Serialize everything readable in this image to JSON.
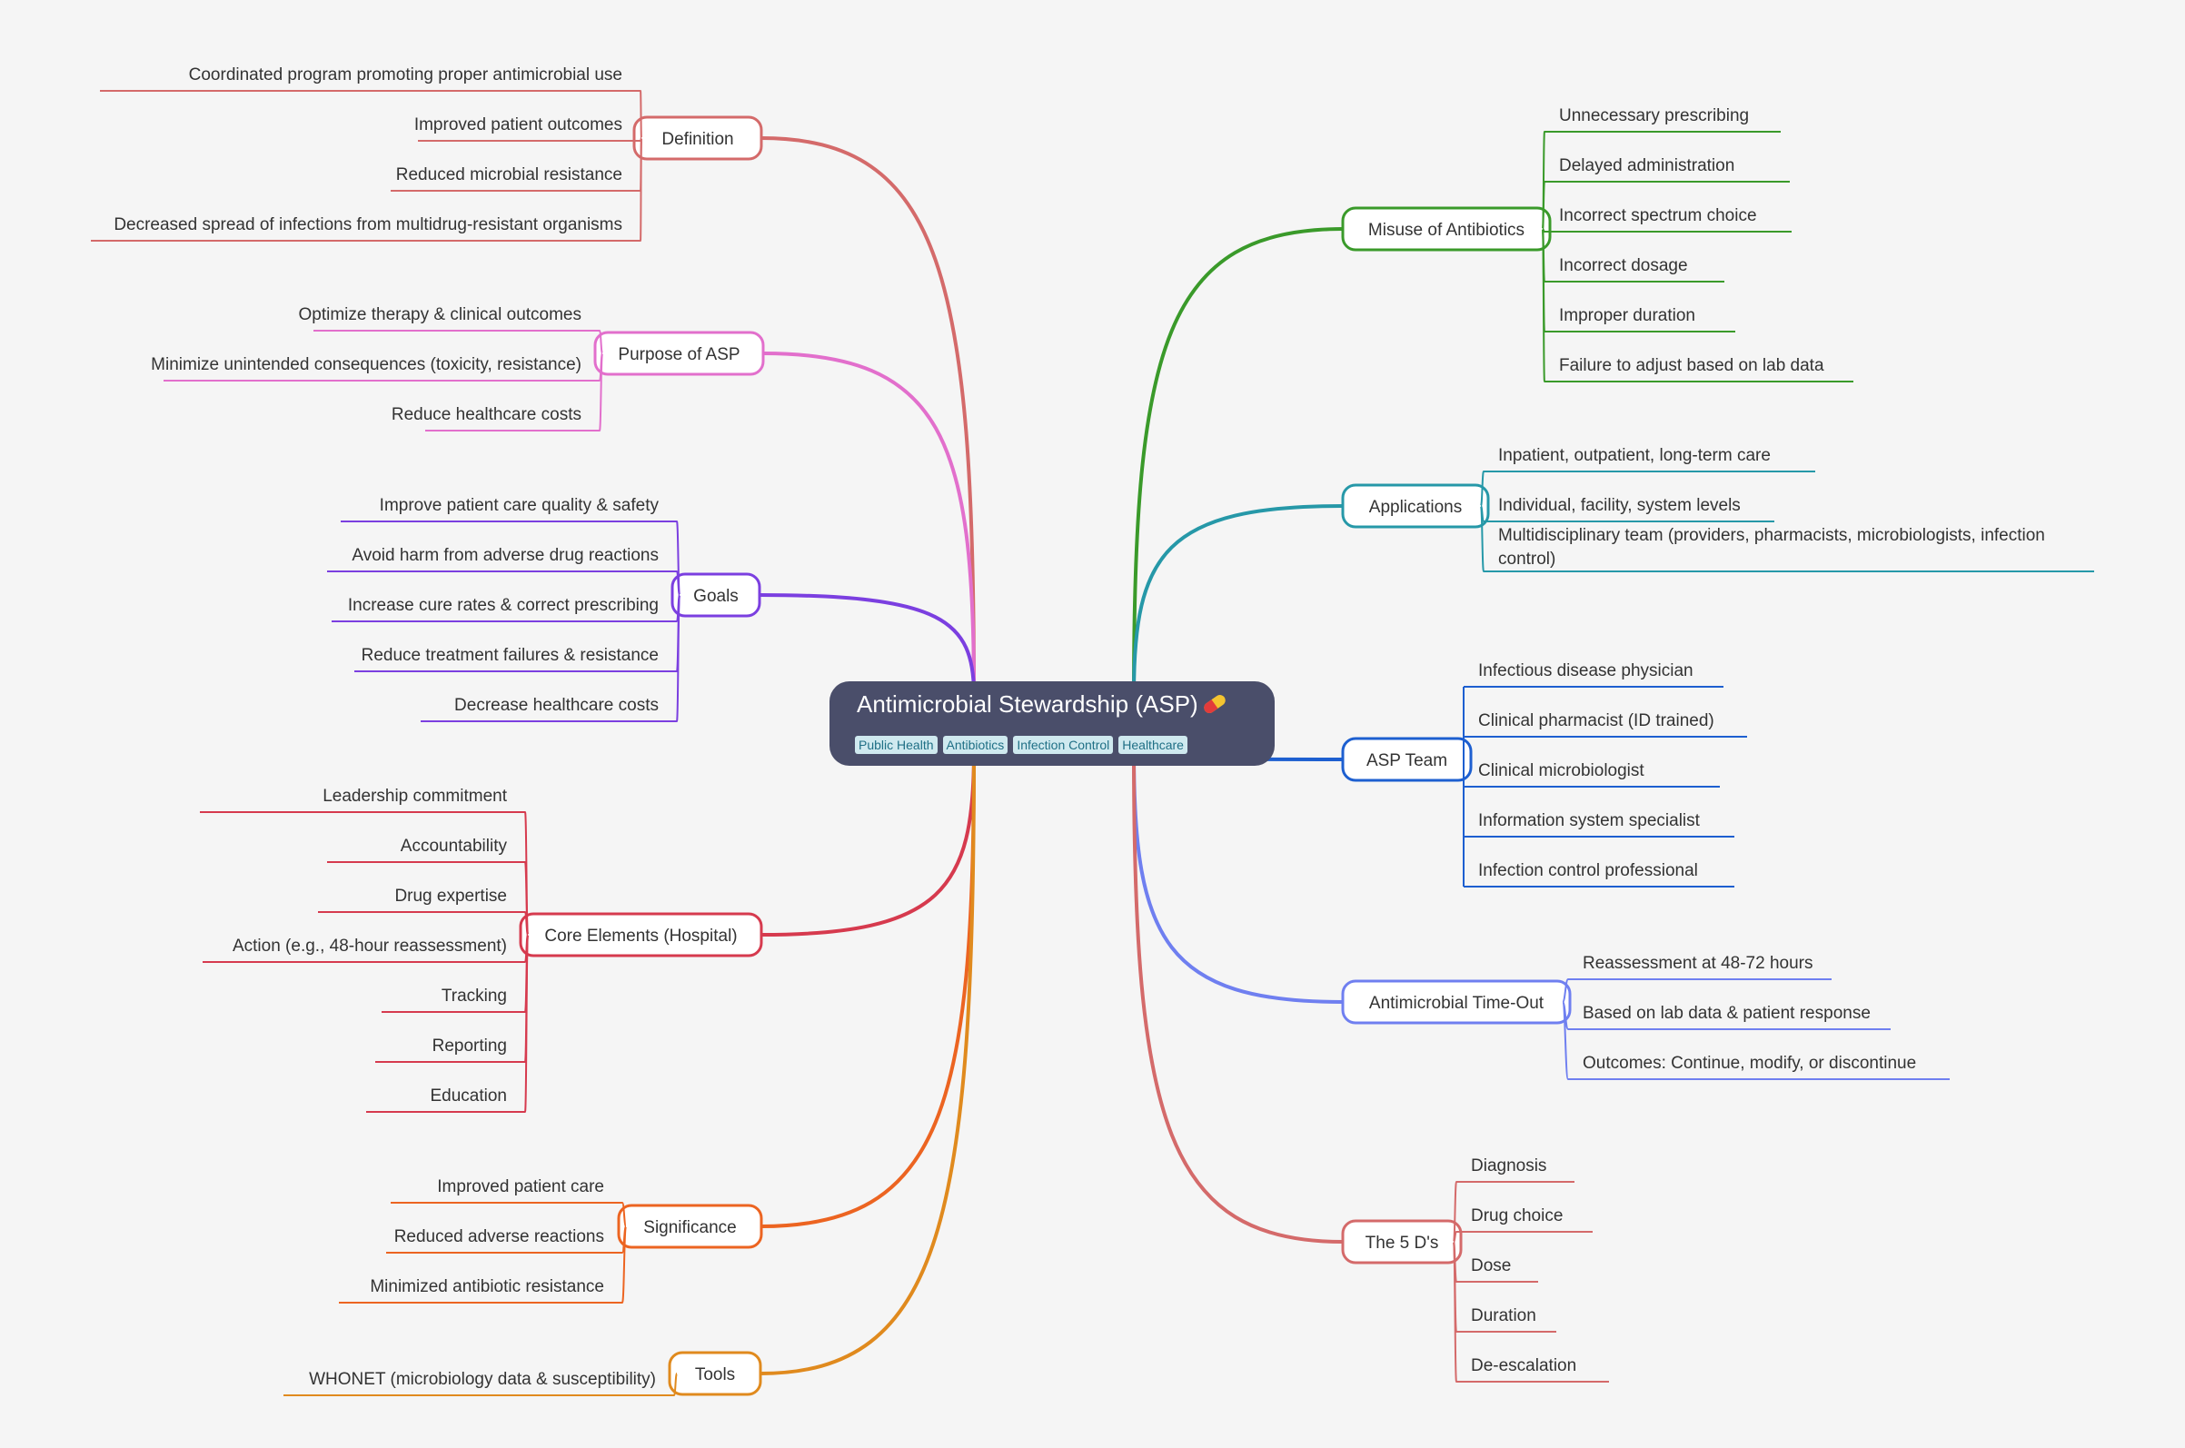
{
  "root": {
    "title": "Antimicrobial Stewardship (ASP)",
    "emoji_icon": "pill-icon",
    "tags": [
      "Public Health",
      "Antibiotics",
      "Infection Control",
      "Healthcare"
    ]
  },
  "colors": {
    "root_bg": "#4a4e6a",
    "tag_bg": "#cfe9ef",
    "tag_text": "#1f6f85",
    "node_fill": "#ffffff",
    "leaf_text": "#333333"
  },
  "branches": [
    {
      "label": "Definition",
      "color": "#d46a6a",
      "side": "left",
      "children": [
        "Coordinated program promoting proper antimicrobial use",
        "Improved patient outcomes",
        "Reduced microbial resistance",
        "Decreased spread of infections from multidrug-resistant organisms"
      ]
    },
    {
      "label": "Purpose of ASP",
      "color": "#e26fcc",
      "side": "left",
      "children": [
        "Optimize therapy & clinical outcomes",
        "Minimize unintended consequences (toxicity, resistance)",
        "Reduce healthcare costs"
      ]
    },
    {
      "label": "Goals",
      "color": "#7b3fe0",
      "side": "left",
      "children": [
        "Improve patient care quality & safety",
        "Avoid harm from adverse drug reactions",
        "Increase cure rates & correct prescribing",
        "Reduce treatment failures & resistance",
        "Decrease healthcare costs"
      ]
    },
    {
      "label": "Core Elements (Hospital)",
      "color": "#d63a4e",
      "side": "left",
      "children": [
        "Leadership commitment",
        "Accountability",
        "Drug expertise",
        "Action (e.g., 48-hour reassessment)",
        "Tracking",
        "Reporting",
        "Education"
      ]
    },
    {
      "label": "Significance",
      "color": "#ec6421",
      "side": "left",
      "children": [
        "Improved patient care",
        "Reduced adverse reactions",
        "Minimized antibiotic resistance"
      ]
    },
    {
      "label": "Tools",
      "color": "#e08a1e",
      "side": "left",
      "children": [
        "WHONET (microbiology data & susceptibility)"
      ]
    },
    {
      "label": "Misuse of Antibiotics",
      "color": "#3a9a2a",
      "side": "right",
      "children": [
        "Unnecessary prescribing",
        "Delayed administration",
        "Incorrect spectrum choice",
        "Incorrect dosage",
        "Improper duration",
        "Failure to adjust based on lab data"
      ]
    },
    {
      "label": "Applications",
      "color": "#2698a8",
      "side": "right",
      "children": [
        "Inpatient, outpatient, long-term care",
        "Individual, facility, system levels",
        "Multidisciplinary team (providers, pharmacists, microbiologists, infection control)"
      ]
    },
    {
      "label": "ASP Team",
      "color": "#1d5fd0",
      "side": "right",
      "children": [
        "Infectious disease physician",
        "Clinical pharmacist (ID trained)",
        "Clinical microbiologist",
        "Information system specialist",
        "Infection control professional"
      ]
    },
    {
      "label": "Antimicrobial Time-Out",
      "color": "#6f7ff0",
      "side": "right",
      "children": [
        "Reassessment at 48-72 hours",
        "Based on lab data & patient response",
        "Outcomes: Continue, modify, or discontinue"
      ]
    },
    {
      "label": "The 5 D's",
      "color": "#d46a6a",
      "side": "right",
      "children": [
        "Diagnosis",
        "Drug choice",
        "Dose",
        "Duration",
        "De-escalation"
      ]
    }
  ]
}
